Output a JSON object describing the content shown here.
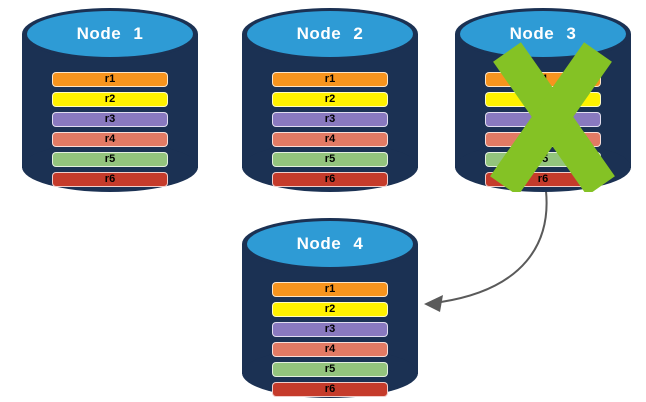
{
  "canvas": {
    "background": "#FFFFFF"
  },
  "colors": {
    "cylinder_body": "#1B3153",
    "cylinder_top": "#2E9BD5",
    "node_label_text": "#FFFFFF",
    "row_text": "#000000",
    "row_border": "rgba(255,255,255,0.75)",
    "fail_x": "#84C225",
    "arrow": "#5A5A5A"
  },
  "nodes": [
    {
      "label": "Node 1",
      "failed": false,
      "rows": [
        {
          "label": "r1",
          "color": "#F7941E"
        },
        {
          "label": "r2",
          "color": "#FFF200"
        },
        {
          "label": "r3",
          "color": "#8979BF"
        },
        {
          "label": "r4",
          "color": "#E27A64"
        },
        {
          "label": "r5",
          "color": "#93C47D"
        },
        {
          "label": "r6",
          "color": "#C53B2B"
        }
      ]
    },
    {
      "label": "Node 2",
      "failed": false,
      "rows": [
        {
          "label": "r1",
          "color": "#F7941E"
        },
        {
          "label": "r2",
          "color": "#FFF200"
        },
        {
          "label": "r3",
          "color": "#8979BF"
        },
        {
          "label": "r4",
          "color": "#E27A64"
        },
        {
          "label": "r5",
          "color": "#93C47D"
        },
        {
          "label": "r6",
          "color": "#C53B2B"
        }
      ]
    },
    {
      "label": "Node 3",
      "failed": true,
      "rows": [
        {
          "label": "r1",
          "color": "#F7941E"
        },
        {
          "label": "r2",
          "color": "#FFF200"
        },
        {
          "label": "r3",
          "color": "#8979BF"
        },
        {
          "label": "r4",
          "color": "#E27A64"
        },
        {
          "label": "r5",
          "color": "#93C47D"
        },
        {
          "label": "r6",
          "color": "#C53B2B"
        }
      ]
    },
    {
      "label": "Node 4",
      "failed": false,
      "rows": [
        {
          "label": "r1",
          "color": "#F7941E"
        },
        {
          "label": "r2",
          "color": "#FFF200"
        },
        {
          "label": "r3",
          "color": "#8979BF"
        },
        {
          "label": "r4",
          "color": "#E27A64"
        },
        {
          "label": "r5",
          "color": "#93C47D"
        },
        {
          "label": "r6",
          "color": "#C53B2B"
        }
      ]
    }
  ],
  "arrow": {
    "from": "Node 3",
    "to": "Node 4"
  }
}
